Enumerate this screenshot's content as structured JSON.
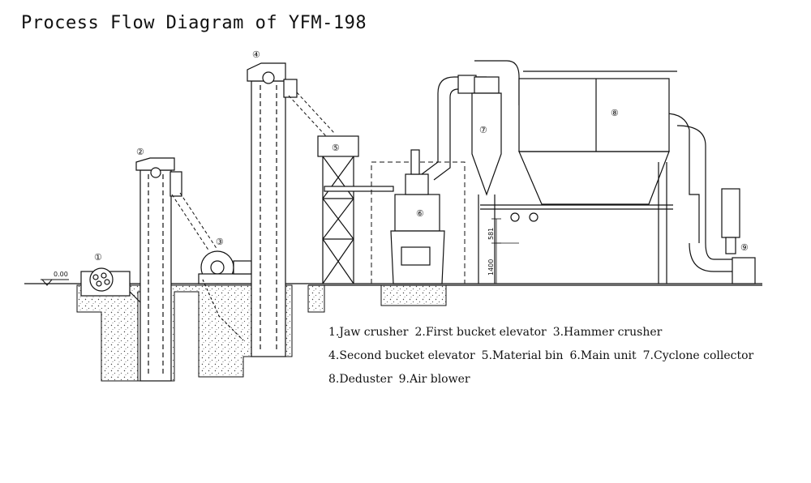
{
  "title": "Process Flow Diagram of YFM-198",
  "elevation_mark": "0.00",
  "dimensions": {
    "upper": "581",
    "lower": "1400"
  },
  "components": [
    {
      "num": "1",
      "marker": "①",
      "name": "Jaw crusher"
    },
    {
      "num": "2",
      "marker": "②",
      "name": "First bucket elevator"
    },
    {
      "num": "3",
      "marker": "③",
      "name": "Hammer crusher"
    },
    {
      "num": "4",
      "marker": "④",
      "name": "Second bucket elevator"
    },
    {
      "num": "5",
      "marker": "⑤",
      "name": "Material bin"
    },
    {
      "num": "6",
      "marker": "⑥",
      "name": "Main unit"
    },
    {
      "num": "7",
      "marker": "⑦",
      "name": "Cyclone collector"
    },
    {
      "num": "8",
      "marker": "⑧",
      "name": "Deduster"
    },
    {
      "num": "9",
      "marker": "⑨",
      "name": "Air blower"
    }
  ],
  "legend_rows": [
    [
      "1.Jaw crusher",
      "2.First bucket elevator",
      "3.Hammer crusher"
    ],
    [
      "4.Second bucket elevator",
      "5.Material bin",
      "6.Main unit",
      "7.Cyclone collector"
    ],
    [
      "8.Deduster",
      "9.Air blower"
    ]
  ],
  "line_color": "#111111"
}
